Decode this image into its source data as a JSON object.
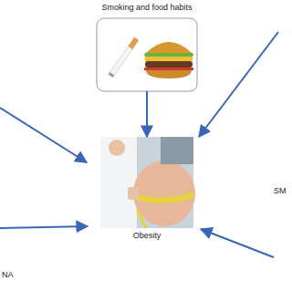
{
  "diagram": {
    "nodes": [
      {
        "text": [
          "Smoking and food habits"
        ]
      },
      {
        "text": [
          "Obesity"
        ]
      }
    ],
    "edges": [
      {
        "from": 0,
        "to": 1,
        "arrow": "to"
      }
    ],
    "labels": [
      "NA",
      "SM"
    ]
  }
}
